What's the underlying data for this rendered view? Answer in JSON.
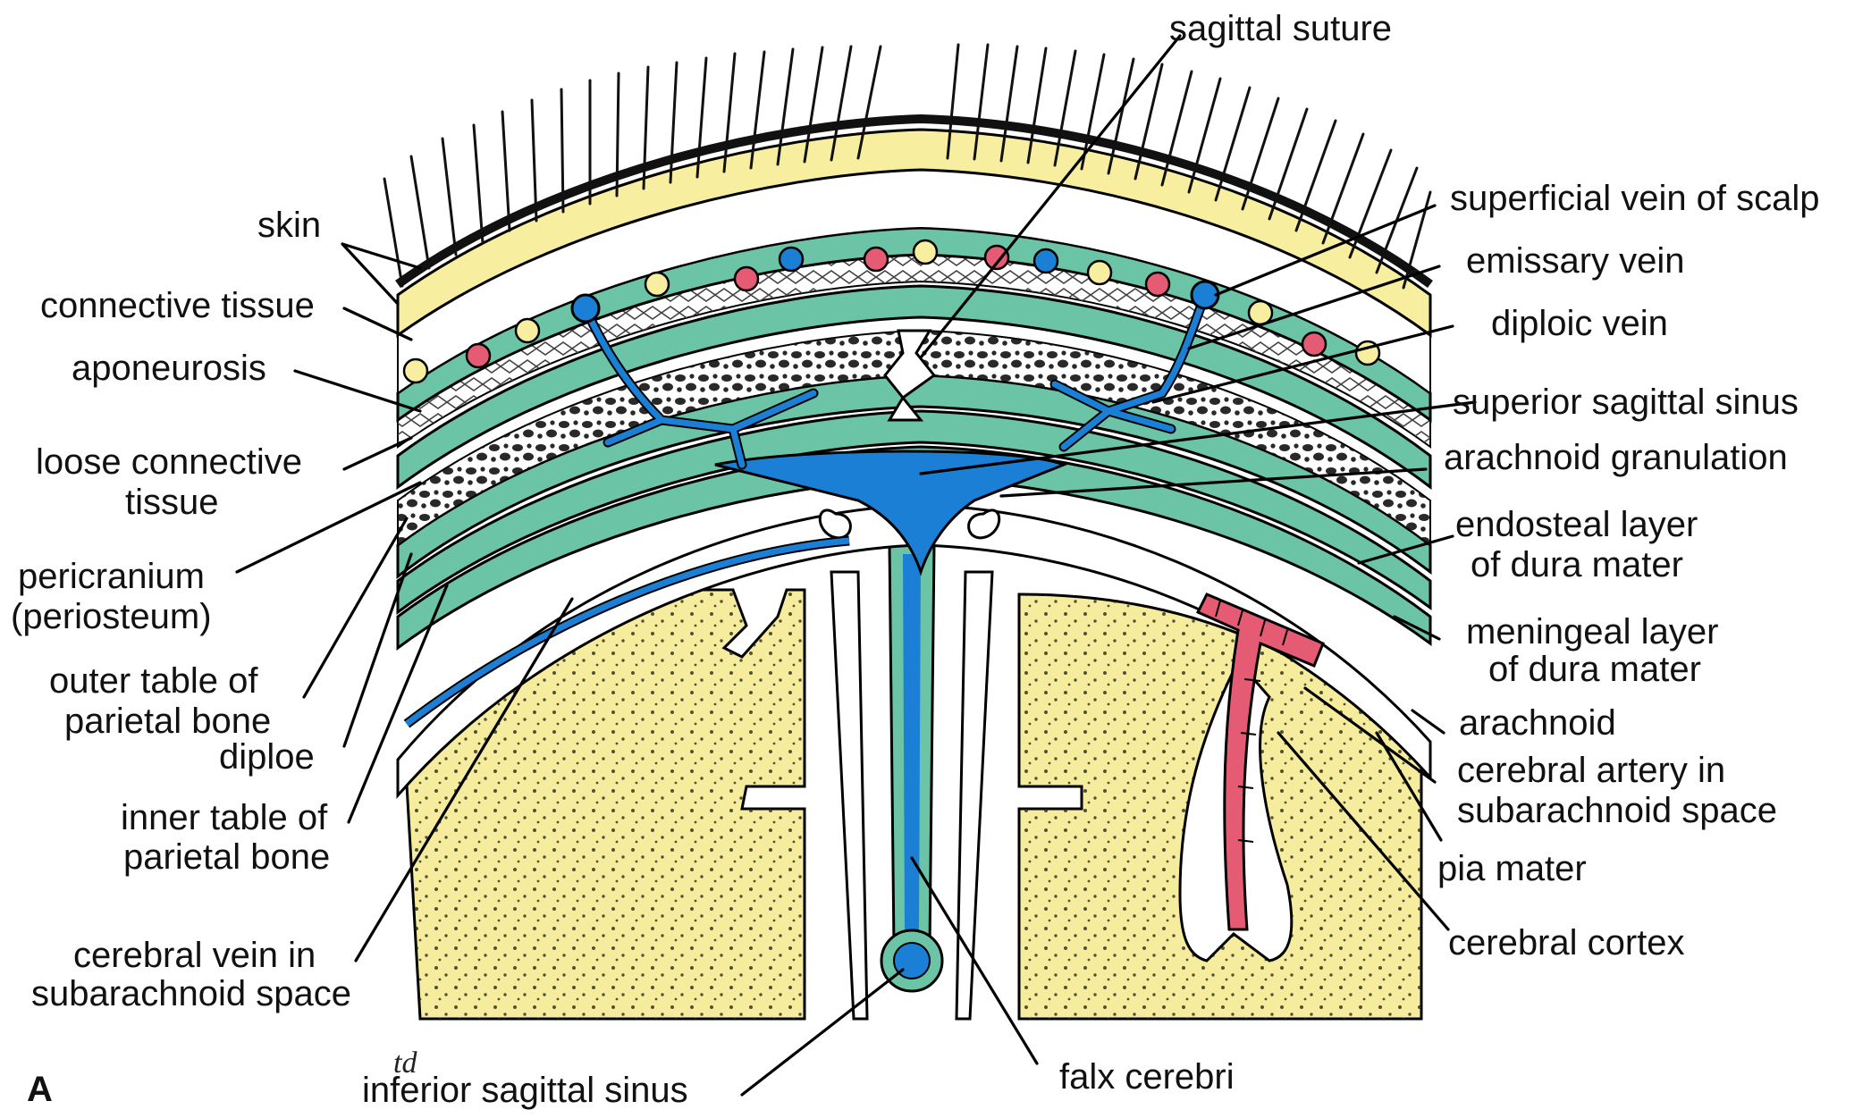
{
  "panel_letter": "A",
  "signature": "td",
  "colors": {
    "brain": "#f5ec9e",
    "dura": "#6cc4a6",
    "vein": "#1b7fd6",
    "artery": "#e45b73",
    "skin": "#f7ef9f",
    "bone_black": "#111111"
  },
  "labels": {
    "sagittal_suture": "sagittal suture",
    "skin": "skin",
    "superficial_vein": "superficial vein of scalp",
    "connective_tissue": "connective tissue",
    "emissary_vein": "emissary vein",
    "aponeurosis": "aponeurosis",
    "diploic_vein": "diploic vein",
    "superior_sagittal_sinus": "superior sagittal sinus",
    "loose_connective": [
      "loose connective",
      "tissue"
    ],
    "arachnoid_granulation": "arachnoid granulation",
    "endosteal_layer": [
      "endosteal layer",
      "of dura mater"
    ],
    "pericranium": [
      "pericranium",
      "(periosteum)"
    ],
    "meningeal_layer": [
      "meningeal layer",
      "of dura mater"
    ],
    "outer_table": [
      "outer table of",
      "parietal bone"
    ],
    "diploe": "diploe",
    "arachnoid": "arachnoid",
    "inner_table": [
      "inner table of",
      "parietal bone"
    ],
    "cerebral_artery": [
      "cerebral artery in",
      "subarachnoid space"
    ],
    "pia_mater": "pia mater",
    "cerebral_cortex": "cerebral cortex",
    "cerebral_vein": [
      "cerebral vein in",
      "subarachnoid space"
    ],
    "inferior_sagittal_sinus": "inferior sagittal sinus",
    "falx_cerebri": "falx cerebri"
  }
}
